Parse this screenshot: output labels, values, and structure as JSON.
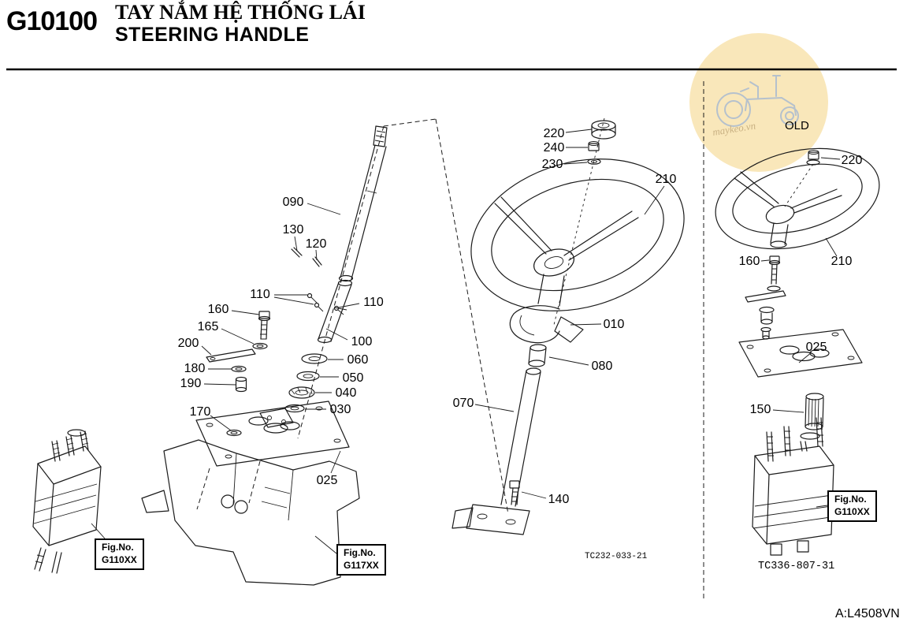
{
  "header": {
    "code": "G10100",
    "title_vi": "TAY NẮM HỆ THỐNG LÁI",
    "title_en": "STEERING HANDLE"
  },
  "watermark": {
    "label": "OLD",
    "site": "maykeo.vn"
  },
  "colors": {
    "line": "#1b1b1b",
    "watermark_circle": "#f9e7ba",
    "watermark_art": "#b5c1cd",
    "watermark_text": "#c9b183"
  },
  "callouts": {
    "090": "090",
    "130": "130",
    "120": "120",
    "110_left": "110",
    "110_right": "110",
    "160": "160",
    "165": "165",
    "200": "200",
    "100": "100",
    "060": "060",
    "180": "180",
    "050": "050",
    "190": "190",
    "040": "040",
    "030": "030",
    "170": "170",
    "025": "025",
    "220": "220",
    "240": "240",
    "230": "230",
    "210": "210",
    "010": "010",
    "080": "080",
    "070": "070",
    "140": "140"
  },
  "old_callouts": {
    "220": "220",
    "210": "210",
    "160": "160",
    "025": "025",
    "150": "150"
  },
  "fig_refs": {
    "left": {
      "line1": "Fig.No.",
      "line2": "G110XX"
    },
    "center": {
      "line1": "Fig.No.",
      "line2": "G117XX"
    },
    "right": {
      "line1": "Fig.No.",
      "line2": "G110XX"
    }
  },
  "drawing_codes": {
    "main": "TC232-033-21",
    "old": "TC336-807-31"
  },
  "footer": {
    "code": "A:L4508VN"
  }
}
